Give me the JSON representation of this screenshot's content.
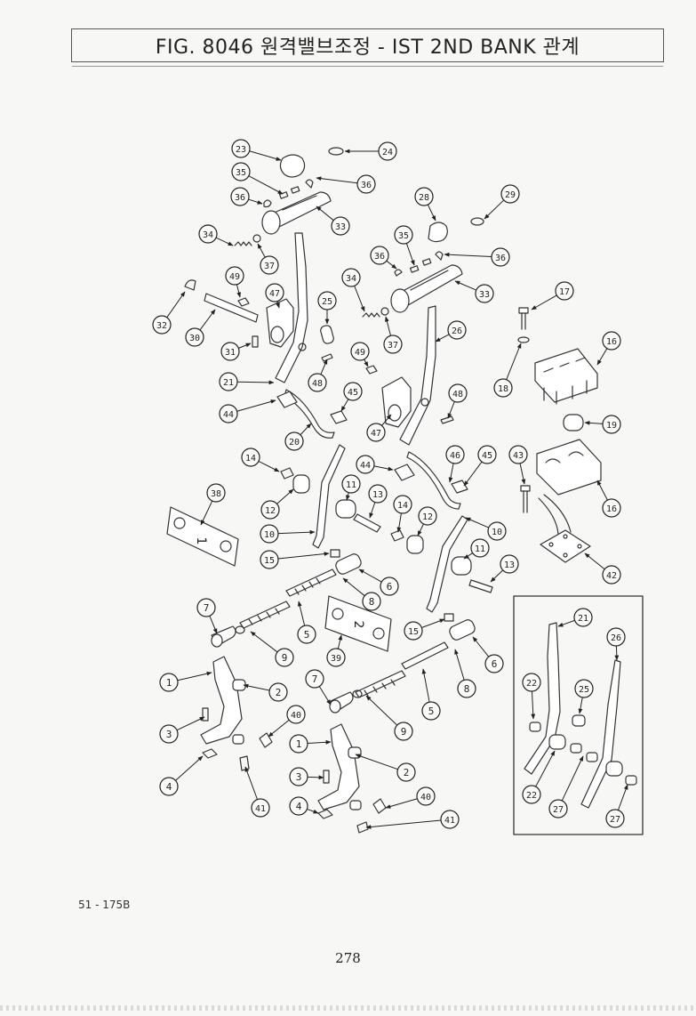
{
  "header": {
    "title": "FIG. 8046 원격밸브조정 - IST 2ND BANK 관계"
  },
  "footer": {
    "doc_code": "51 - 175B",
    "page_number": "278"
  },
  "callouts": [
    {
      "id": "c23",
      "label": "23"
    },
    {
      "id": "c24",
      "label": "24"
    },
    {
      "id": "c35a",
      "label": "35"
    },
    {
      "id": "c36a",
      "label": "36"
    },
    {
      "id": "c36b",
      "label": "36"
    },
    {
      "id": "c33a",
      "label": "33"
    },
    {
      "id": "c28",
      "label": "28"
    },
    {
      "id": "c29",
      "label": "29"
    },
    {
      "id": "c34a",
      "label": "34"
    },
    {
      "id": "c37a",
      "label": "37"
    },
    {
      "id": "c35b",
      "label": "35"
    },
    {
      "id": "c36c",
      "label": "36"
    },
    {
      "id": "c36d",
      "label": "36"
    },
    {
      "id": "c33b",
      "label": "33"
    },
    {
      "id": "c49a",
      "label": "49"
    },
    {
      "id": "c47a",
      "label": "47"
    },
    {
      "id": "c32",
      "label": "32"
    },
    {
      "id": "c34b",
      "label": "34"
    },
    {
      "id": "c25a",
      "label": "25"
    },
    {
      "id": "c17",
      "label": "17"
    },
    {
      "id": "c30",
      "label": "30"
    },
    {
      "id": "c31",
      "label": "31"
    },
    {
      "id": "c37b",
      "label": "37"
    },
    {
      "id": "c26a",
      "label": "26"
    },
    {
      "id": "c16a",
      "label": "16"
    },
    {
      "id": "c49b",
      "label": "49"
    },
    {
      "id": "c21a",
      "label": "21"
    },
    {
      "id": "c48a",
      "label": "48"
    },
    {
      "id": "c18",
      "label": "18"
    },
    {
      "id": "c45a",
      "label": "45"
    },
    {
      "id": "c48b",
      "label": "48"
    },
    {
      "id": "c44a",
      "label": "44"
    },
    {
      "id": "c47b",
      "label": "47"
    },
    {
      "id": "c19",
      "label": "19"
    },
    {
      "id": "c20",
      "label": "20"
    },
    {
      "id": "c14a",
      "label": "14"
    },
    {
      "id": "c44b",
      "label": "44"
    },
    {
      "id": "c46",
      "label": "46"
    },
    {
      "id": "c45b",
      "label": "45"
    },
    {
      "id": "c43",
      "label": "43"
    },
    {
      "id": "c38",
      "label": "38"
    },
    {
      "id": "c11a",
      "label": "11"
    },
    {
      "id": "c12a",
      "label": "12"
    },
    {
      "id": "c13a",
      "label": "13"
    },
    {
      "id": "c14b",
      "label": "14"
    },
    {
      "id": "c16b",
      "label": "16"
    },
    {
      "id": "c12b",
      "label": "12"
    },
    {
      "id": "c10a",
      "label": "10"
    },
    {
      "id": "c10b",
      "label": "10"
    },
    {
      "id": "c11b",
      "label": "11"
    },
    {
      "id": "c15a",
      "label": "15"
    },
    {
      "id": "c13b",
      "label": "13"
    },
    {
      "id": "c42",
      "label": "42"
    },
    {
      "id": "c6a",
      "label": "6"
    },
    {
      "id": "c8a",
      "label": "8"
    },
    {
      "id": "c7a",
      "label": "7"
    },
    {
      "id": "c5a",
      "label": "5"
    },
    {
      "id": "c15b",
      "label": "15"
    },
    {
      "id": "c21b",
      "label": "21"
    },
    {
      "id": "c26b",
      "label": "26"
    },
    {
      "id": "c9a",
      "label": "9"
    },
    {
      "id": "c39",
      "label": "39"
    },
    {
      "id": "c6b",
      "label": "6"
    },
    {
      "id": "c1a",
      "label": "1"
    },
    {
      "id": "c2a",
      "label": "2"
    },
    {
      "id": "c22a",
      "label": "22"
    },
    {
      "id": "c25b",
      "label": "25"
    },
    {
      "id": "c7b",
      "label": "7"
    },
    {
      "id": "c8b",
      "label": "8"
    },
    {
      "id": "c5b",
      "label": "5"
    },
    {
      "id": "c40a",
      "label": "40"
    },
    {
      "id": "c3a",
      "label": "3"
    },
    {
      "id": "c9b",
      "label": "9"
    },
    {
      "id": "c1b",
      "label": "1"
    },
    {
      "id": "c2b",
      "label": "2"
    },
    {
      "id": "c22b",
      "label": "22"
    },
    {
      "id": "c27a",
      "label": "27"
    },
    {
      "id": "c4a",
      "label": "4"
    },
    {
      "id": "c3b",
      "label": "3"
    },
    {
      "id": "c41a",
      "label": "41"
    },
    {
      "id": "c40b",
      "label": "40"
    },
    {
      "id": "c4b",
      "label": "4"
    },
    {
      "id": "c41b",
      "label": "41"
    },
    {
      "id": "c27b",
      "label": "27"
    }
  ],
  "plates": [
    {
      "id": "p38",
      "number": "1"
    },
    {
      "id": "p39",
      "number": "2"
    }
  ]
}
